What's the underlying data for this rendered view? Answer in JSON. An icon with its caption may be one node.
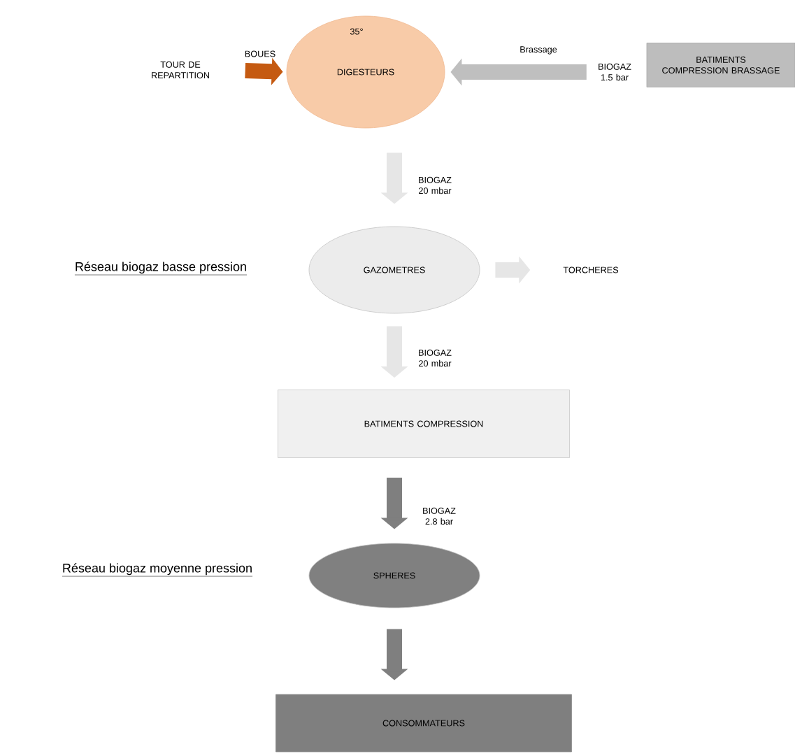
{
  "diagram": {
    "nodes": [
      {
        "text": [
          "TOUR DE REPARTITION"
        ]
      },
      {
        "text": [
          "35°",
          "DIGESTEURS"
        ]
      },
      {
        "text": [
          "BIOGAZ 1.5 bar"
        ]
      },
      {
        "text": [
          "BATIMENTS COMPRESSION BRASSAGE"
        ]
      },
      {
        "text": [
          "GAZOMETRES"
        ]
      },
      {
        "text": [
          "TORCHERES"
        ]
      },
      {
        "text": [
          "BATIMENTS COMPRESSION"
        ]
      },
      {
        "text": [
          "SPHERES"
        ]
      },
      {
        "text": [
          "CONSOMMATEURS"
        ]
      }
    ],
    "edges": [
      {
        "from": 0,
        "to": 1,
        "arrow": "to",
        "label": "BOUES",
        "color": "#c55a11"
      },
      {
        "from": 2,
        "to": 1,
        "arrow": "to",
        "label": "Brassage",
        "color": "#bfbfbf"
      },
      {
        "from": 1,
        "to": 4,
        "arrow": "to",
        "label": "BIOGAZ 20 mbar"
      },
      {
        "from": 4,
        "to": 5,
        "arrow": "to"
      },
      {
        "from": 4,
        "to": 6,
        "arrow": "to",
        "label": "BIOGAZ 20 mbar"
      },
      {
        "from": 6,
        "to": 7,
        "arrow": "to",
        "label": "BIOGAZ 2.8 bar",
        "color": "#7f7f7f"
      },
      {
        "from": 7,
        "to": 8,
        "arrow": "to",
        "color": "#7f7f7f"
      }
    ],
    "labels": [
      "Réseau biogaz basse pression",
      "Réseau biogaz moyenne pression"
    ]
  }
}
